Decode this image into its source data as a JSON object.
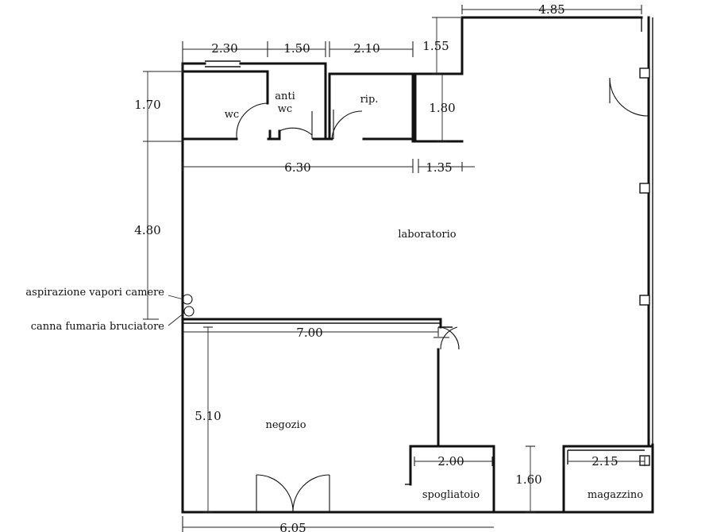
{
  "rooms": {
    "wc": "wc",
    "anti_wc_1": "anti",
    "anti_wc_2": "wc",
    "rip": "rip.",
    "laboratorio": "laboratorio",
    "negozio": "negozio",
    "spogliatoio": "spogliatoio",
    "magazzino": "magazzino"
  },
  "dimensions": {
    "d_485": "4.85",
    "d_230": "2.30",
    "d_150": "1.50",
    "d_210": "2.10",
    "d_155": "1.55",
    "d_170": "1.70",
    "d_180": "1.80",
    "d_630": "6.30",
    "d_135": "1.35",
    "d_480": "4.80",
    "d_700": "7.00",
    "d_510": "5.10",
    "d_200": "2.00",
    "d_160": "1.60",
    "d_215": "2.15",
    "d_605": "6.05"
  },
  "notes": {
    "aspirazione": "aspirazione vapori camere",
    "canna": "canna fumaria bruciatore"
  }
}
